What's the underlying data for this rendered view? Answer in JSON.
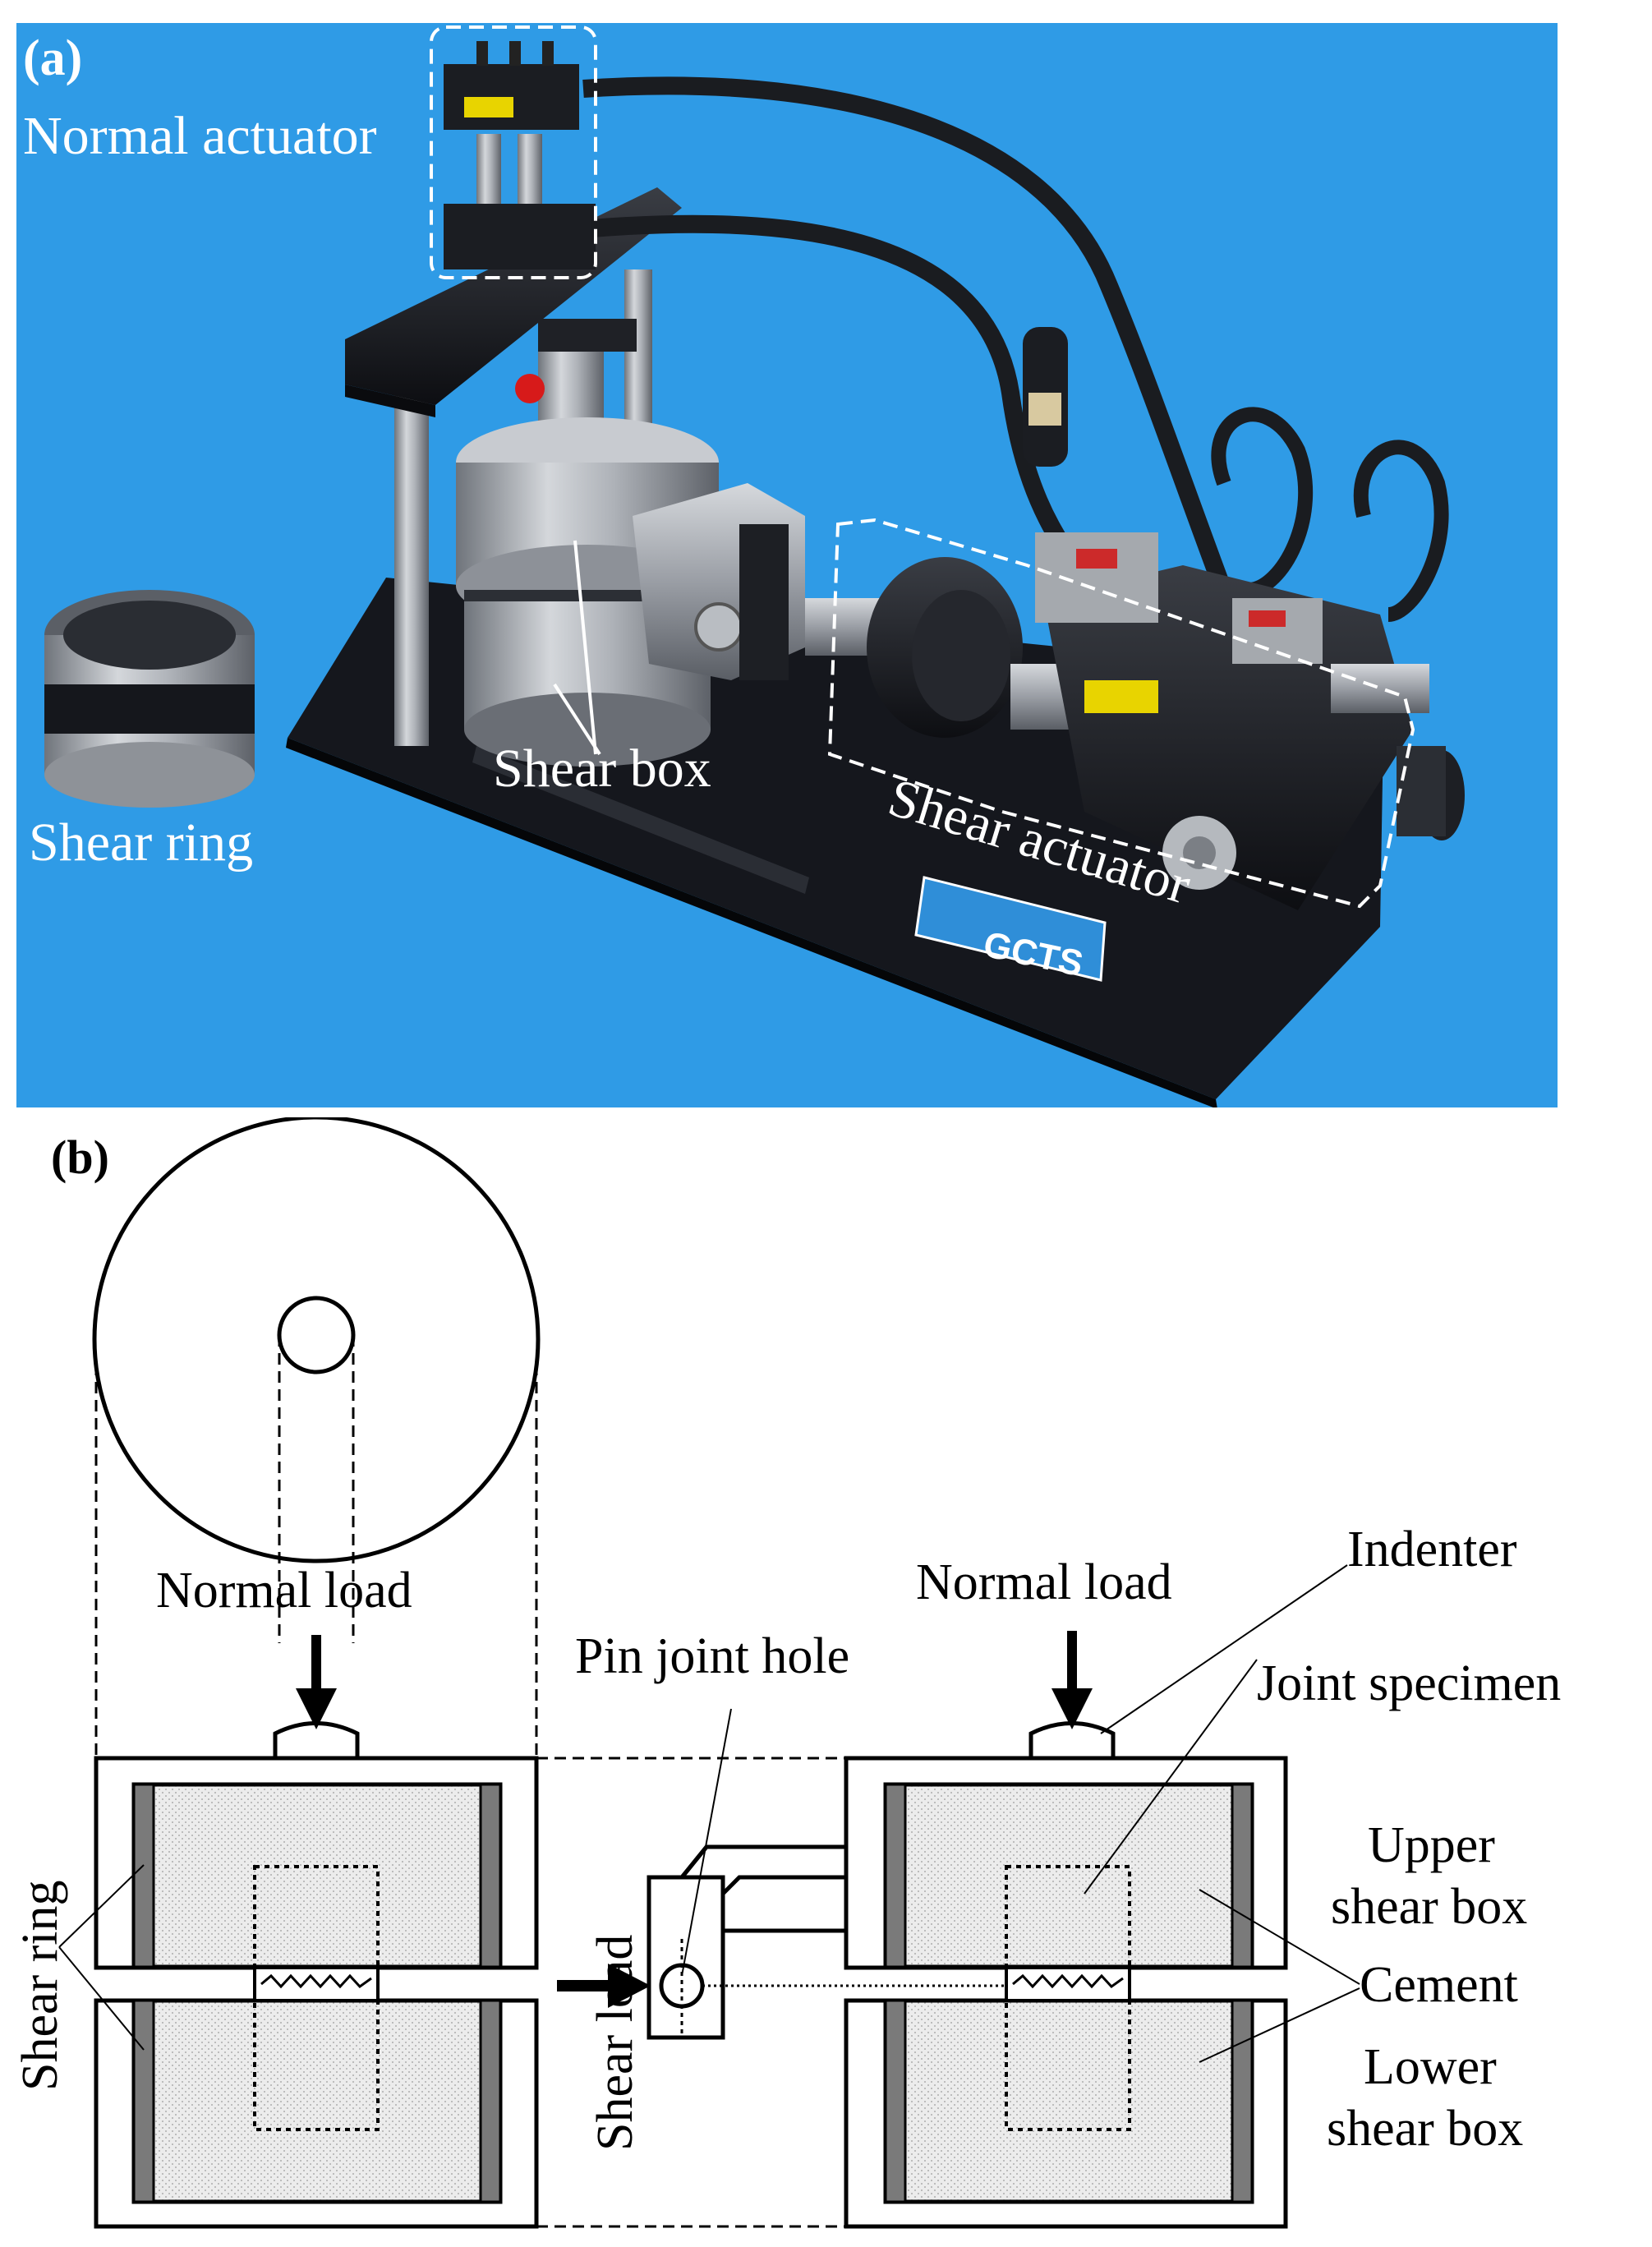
{
  "panel_a": {
    "tag": "(a)",
    "labels": {
      "normal_actuator": "Normal actuator",
      "shear_ring": "Shear ring",
      "shear_box": "Shear box",
      "shear_actuator": "Shear actuator"
    },
    "brand": "GCTS"
  },
  "panel_b": {
    "tag": "(b)",
    "labels": {
      "normal_load_left": "Normal load",
      "normal_load_right": "Normal load",
      "indenter": "Indenter",
      "pin_joint_hole": "Pin joint hole",
      "joint_specimen": "Joint specimen",
      "upper_shear_box_1": "Upper",
      "upper_shear_box_2": "shear box",
      "cement": "Cement",
      "lower_shear_box_1": "Lower",
      "lower_shear_box_2": "shear box",
      "shear_ring": "Shear ring",
      "shear_load": "Shear load"
    }
  },
  "colors": {
    "photo_background": "#2f9be6",
    "machine_base": "#14161c",
    "steel": "#a9adb3",
    "cement_fill": "#e6e6e6",
    "ring_fill": "#7a7a7a"
  }
}
